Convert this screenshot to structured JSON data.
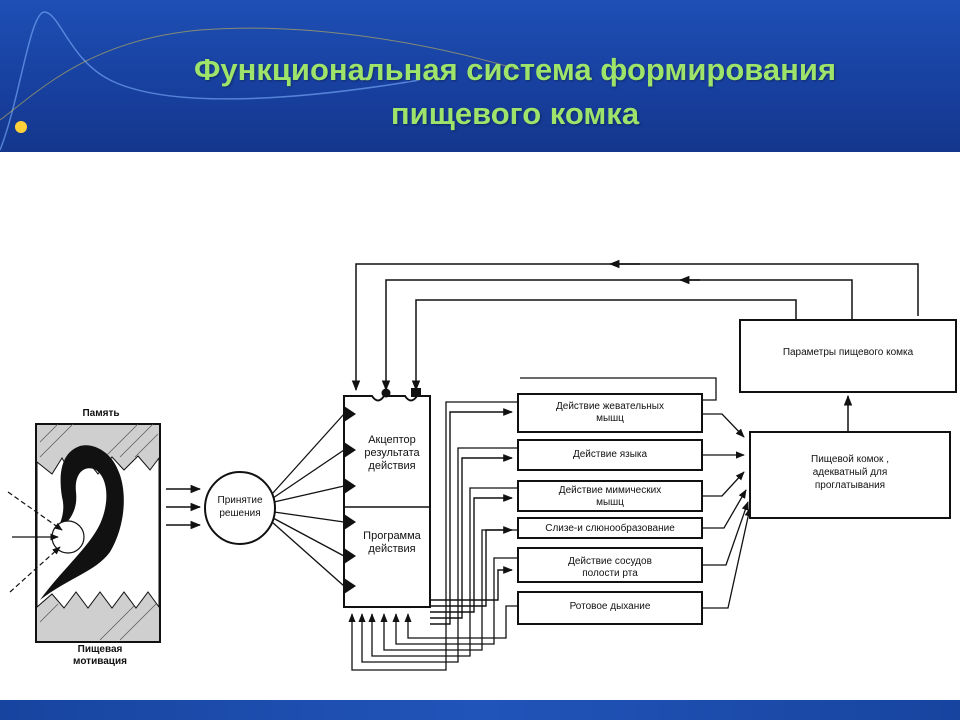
{
  "slide": {
    "title_line1": "Функциональная система формирования",
    "title_line2": "пищевого комка"
  },
  "diagram": {
    "memory_label": "Память",
    "motivation_line1": "Пищевая",
    "motivation_line2": "мотивация",
    "decision_line1": "Принятие",
    "decision_line2": "решения",
    "acceptor_line1": "Акцептор",
    "acceptor_line2": "результата",
    "acceptor_line3": "действия",
    "program_line1": "Программа",
    "program_line2": "действия",
    "actions": [
      {
        "line1": "Действие  жевательных",
        "line2": "мышц"
      },
      {
        "line1": "Действие  языка",
        "line2": ""
      },
      {
        "line1": "Действие мимических",
        "line2": "мышц"
      },
      {
        "line1": "Слизе-и слюнообразование",
        "line2": ""
      },
      {
        "line1": "Действие сосудов",
        "line2": "полости рта"
      },
      {
        "line1": "Ротовое дыхание",
        "line2": ""
      }
    ],
    "params_label": "Параметры пищевого комка",
    "bolus_line1": "Пищевой комок ,",
    "bolus_line2": "адекватный для",
    "bolus_line3": "проглатывания"
  },
  "colors": {
    "header_bg": "#1a47a8",
    "title_text": "#9ee36a",
    "footer_bg": "#1d4fb0",
    "ink": "#111111"
  }
}
